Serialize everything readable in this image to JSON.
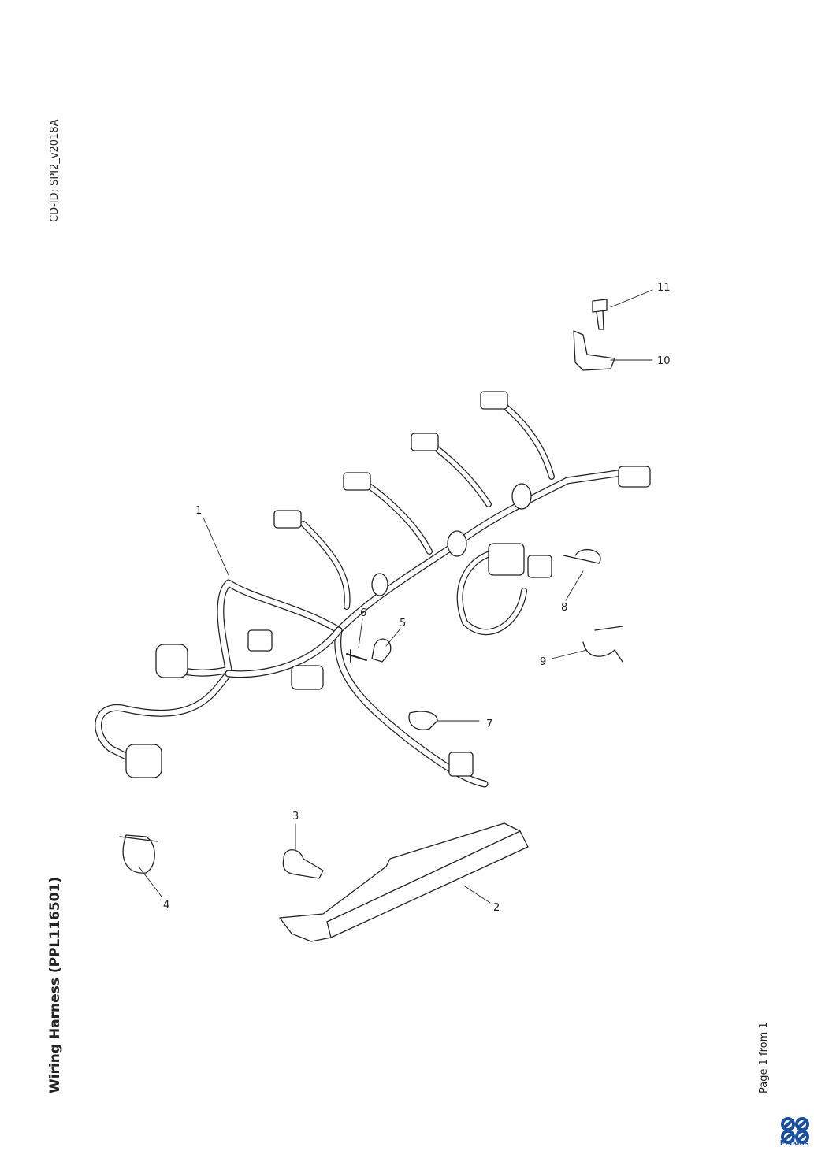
{
  "document": {
    "cd_id": "CD-ID: SPI2_v2018A",
    "title": "Wiring Harness (PPL116501)",
    "page_info": "Page 1 from 1"
  },
  "brand": {
    "name": "Perkins",
    "color": "#1c4f9c"
  },
  "callouts": [
    "1",
    "2",
    "3",
    "4",
    "5",
    "6",
    "7",
    "8",
    "9",
    "10",
    "11"
  ]
}
